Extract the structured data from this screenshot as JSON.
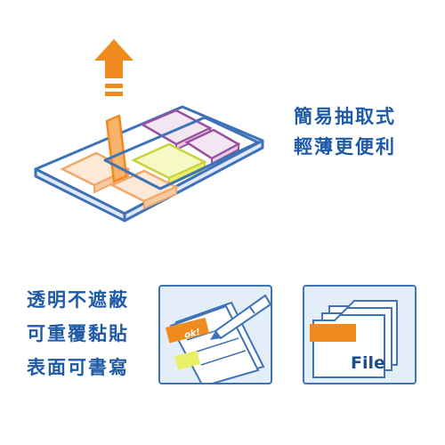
{
  "captions": {
    "easy_pull": [
      "簡易抽取式",
      "輕薄更便利"
    ],
    "transparent": [
      "透明不遮蔽",
      "可重覆黏貼",
      "表面可書寫"
    ]
  },
  "icons": {
    "pull_arrow": "up-arrow-icon",
    "pen": "pen-icon",
    "folder": "file-folder-icon"
  },
  "note_text": "ok!",
  "folder_label": "File",
  "colors": {
    "caption": "#1f5aa6",
    "outline": "#3f73b8",
    "panel_bg": "#e4eef9",
    "orange": "#f08a1c",
    "yellow": "#e8f06a",
    "purple": "#9a4f9e",
    "peach": "#f7c9a0"
  }
}
